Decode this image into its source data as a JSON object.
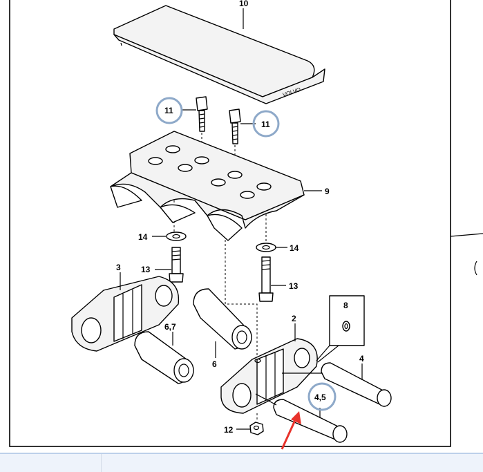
{
  "diagram": {
    "callouts": {
      "c10": "10",
      "c11a": "11",
      "c11b": "11",
      "c9": "9",
      "c14a": "14",
      "c14b": "14",
      "c13a": "13",
      "c13b": "13",
      "c3": "3",
      "c67": "6,7",
      "c6": "6",
      "c2": "2",
      "c8": "8",
      "c4": "4",
      "c45": "4,5",
      "c12": "12"
    },
    "logo_text": "VOLVO"
  },
  "annotations": {
    "highlight_color": "#8ea9c9",
    "arrow_color": "#e8322b"
  }
}
